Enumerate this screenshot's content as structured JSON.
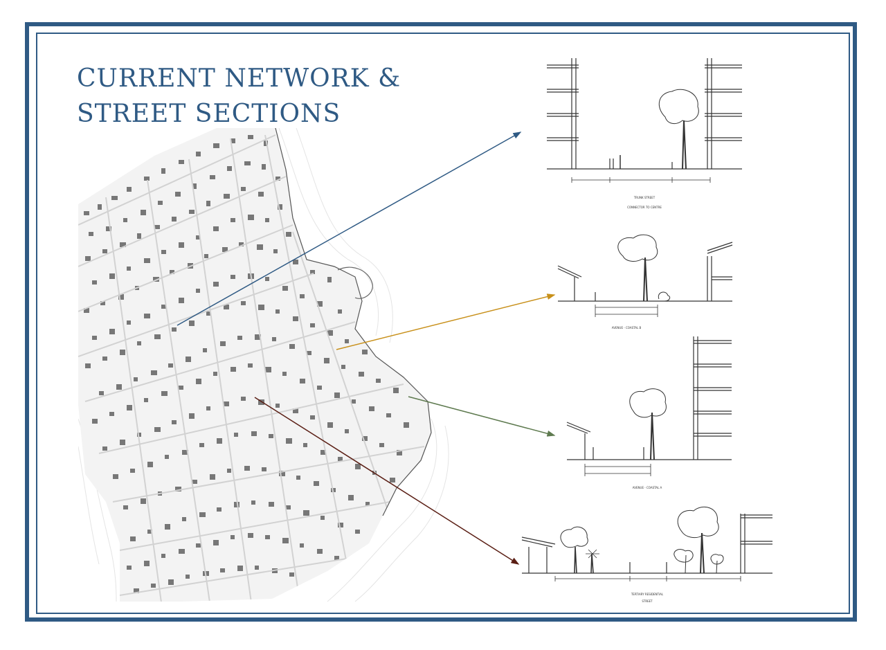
{
  "slide": {
    "title_line1": "CURRENT NETWORK &",
    "title_line2": "STREET SECTIONS"
  },
  "colors": {
    "frame": "#2f5a84",
    "title": "#2f5a84",
    "arrow_1": "#2f5a84",
    "arrow_2": "#c8901a",
    "arrow_3": "#5e7a4f",
    "arrow_4": "#5a1e14"
  },
  "sections": [
    {
      "caption_1": "TRUNK STREET",
      "caption_2": "CONNECTOR TO CENTRE"
    },
    {
      "caption_1": "AVENUE - COASTAL B"
    },
    {
      "caption_1": "AVENUE - COASTAL A"
    },
    {
      "caption_1": "TERTIARY RESIDENTIAL",
      "caption_2": "STREET"
    }
  ]
}
